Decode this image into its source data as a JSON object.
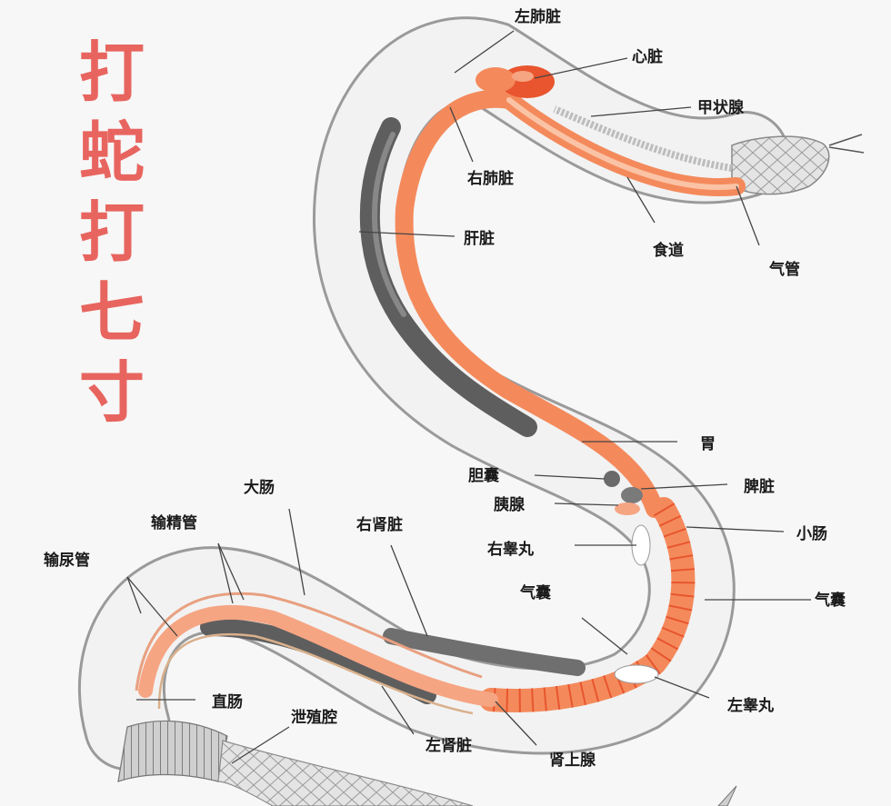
{
  "title": {
    "chars": [
      "打",
      "蛇",
      "打",
      "七",
      "寸"
    ]
  },
  "colors": {
    "title": "#e8655f",
    "organ_orange": "#f48a5c",
    "organ_red": "#e8552e",
    "liver_gray": "#666666",
    "body_outline": "#9a9a9a"
  },
  "labels": {
    "left_lung": "左肺脏",
    "heart": "心脏",
    "thyroid": "甲状腺",
    "right_lung": "右肺脏",
    "liver": "肝脏",
    "esophagus": "食道",
    "trachea": "气管",
    "stomach": "胃",
    "gallbladder": "胆囊",
    "spleen": "脾脏",
    "pancreas": "胰腺",
    "small_intestine": "小肠",
    "right_testis": "右睾丸",
    "air_sac_inner": "气囊",
    "air_sac_outer": "气囊",
    "left_testis": "左睾丸",
    "large_intestine": "大肠",
    "vas_deferens": "输精管",
    "right_kidney": "右肾脏",
    "ureter": "输尿管",
    "rectum": "直肠",
    "cloaca": "泄殖腔",
    "left_kidney": "左肾脏",
    "adrenal": "肾上腺"
  }
}
